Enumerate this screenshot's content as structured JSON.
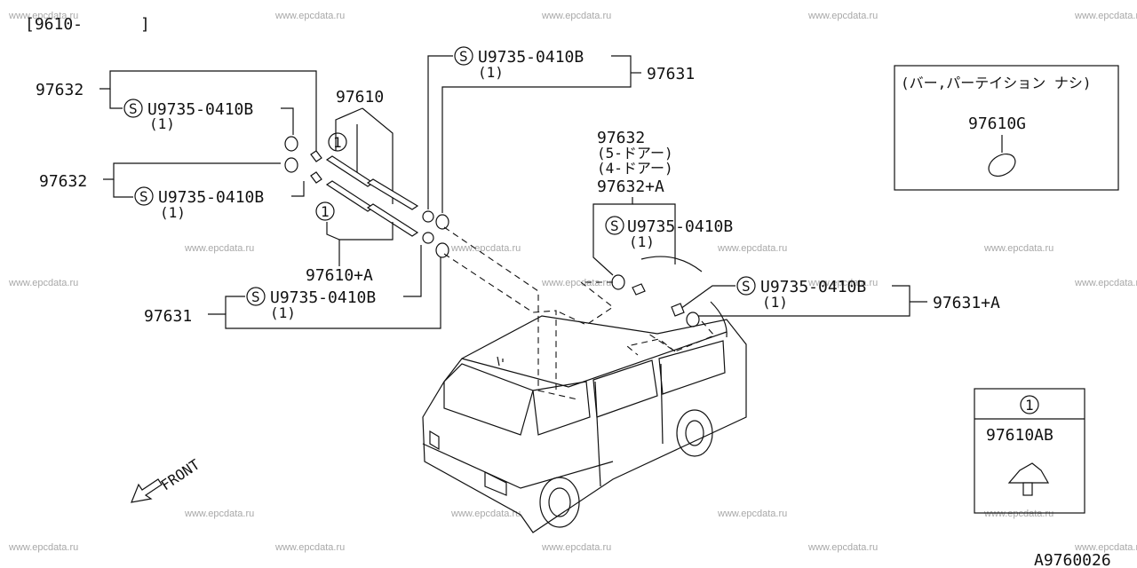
{
  "header": {
    "range": "[9610-      ]"
  },
  "drawing_id": "A9760026",
  "watermark": "www.epcdata.ru",
  "parts": {
    "p97632_top": "97632",
    "p97632_mid": "97632",
    "p97610": "97610",
    "p97610a": "97610+A",
    "p97631_top": "97631",
    "p97631_bottom": "97631",
    "p97632_right": "97632",
    "door5": "(5-ドアー)",
    "door4": "(4-ドアー)",
    "p97632a": "97632+A",
    "p97631a": "97631+A"
  },
  "screws": [
    {
      "code": "U9735-0410B",
      "qty": "(1)"
    },
    {
      "code": "U9735-0410B",
      "qty": "(1)"
    },
    {
      "code": "U9735-0410B",
      "qty": "(1)"
    },
    {
      "code": "U9735-0410B",
      "qty": "(1)"
    },
    {
      "code": "U9735-0410B",
      "qty": "(1)"
    },
    {
      "code": "U9735-0410B",
      "qty": "(1)"
    }
  ],
  "screw_mark": "S",
  "ref_mark": "1",
  "inset_no_bar": {
    "title": "(バー,パーテイション ナシ)",
    "part": "97610G"
  },
  "inset_ref": {
    "mark": "1",
    "part": "97610AB"
  },
  "front_label": "FRONT",
  "icons": [
    "front-arrow-icon",
    "screw-mark-icon",
    "reference-circle-icon"
  ]
}
